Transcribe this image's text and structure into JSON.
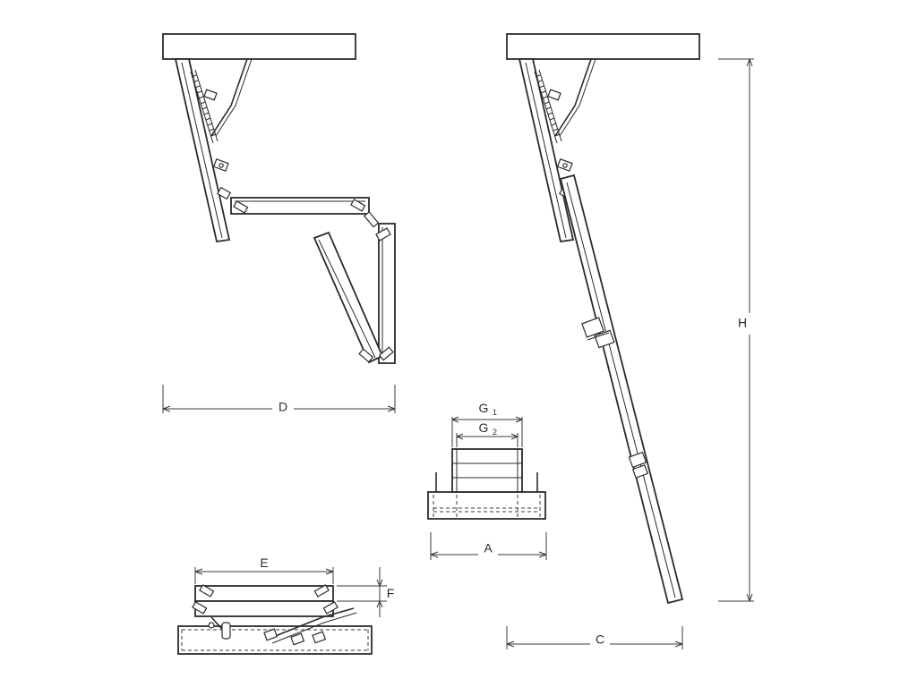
{
  "diagram": {
    "dimension_labels": {
      "D": "D",
      "H": "H",
      "C": "C",
      "A": "A",
      "E": "E",
      "F": "F",
      "G1": "G",
      "G1_sub": "1",
      "G2": "G",
      "G2_sub": "2"
    }
  }
}
